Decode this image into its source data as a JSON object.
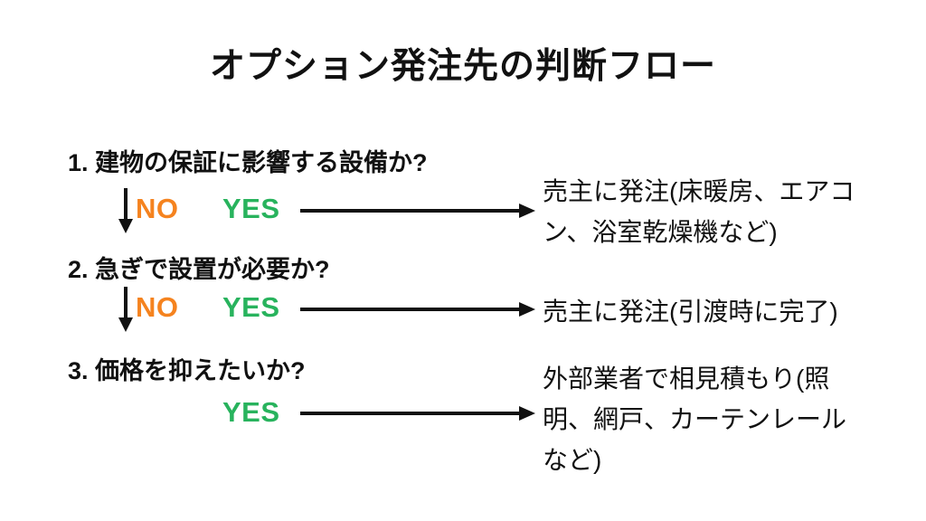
{
  "title": "オプション発注先の判断フロー",
  "colors": {
    "background": "#FFFFFF",
    "text": "#111111",
    "no_accent": "#F5831F",
    "yes_accent": "#28B35D",
    "arrow": "#111111"
  },
  "flow": {
    "steps": [
      {
        "question": "1. 建物の保証に影響する設備か?",
        "no_label": "NO",
        "yes_label": "YES",
        "result": "売主に発注(床暖房、エアコン、浴室乾燥機など)"
      },
      {
        "question": "2. 急ぎで設置が必要か?",
        "no_label": "NO",
        "yes_label": "YES",
        "result": "売主に発注(引渡時に完了)"
      },
      {
        "question": "3. 価格を抑えたいか?",
        "yes_label": "YES",
        "result": "外部業者で相見積もり(照明、網戸、カーテンレールなど)"
      }
    ]
  },
  "icons": {
    "down_arrow": "down-arrow",
    "right_arrow": "right-arrow"
  }
}
